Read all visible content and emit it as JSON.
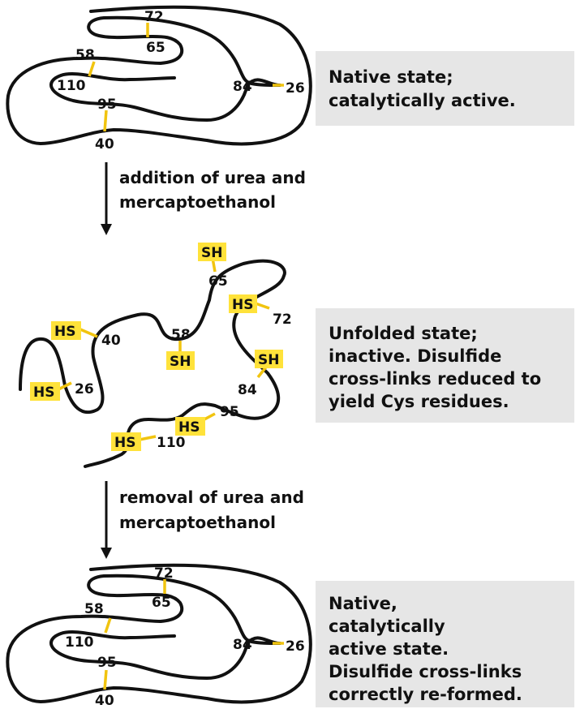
{
  "native_top": {
    "residues": {
      "r72": "72",
      "r65": "65",
      "r58": "58",
      "r110": "110",
      "r84": "84",
      "r26": "26",
      "r95": "95",
      "r40": "40"
    },
    "caption_lines": [
      "Native state;",
      "catalytically active."
    ]
  },
  "step_1": {
    "lines": [
      "addition of urea and",
      "mercaptoethanol"
    ]
  },
  "unfolded": {
    "residues": {
      "r65": "65",
      "r72": "72",
      "r40": "40",
      "r58": "58",
      "r26": "26",
      "r84": "84",
      "r95": "95",
      "r110": "110"
    },
    "thiol_labels": {
      "sh65": "SH",
      "hs72": "HS",
      "hs40": "HS",
      "sh58": "SH",
      "sh84": "SH",
      "hs26": "HS",
      "hs95": "HS",
      "hs110": "HS"
    },
    "caption_lines": [
      "Unfolded state;",
      "inactive.  Disulfide",
      "cross-links reduced to",
      "yield Cys residues."
    ]
  },
  "step_2": {
    "lines": [
      "removal of urea and",
      "mercaptoethanol"
    ]
  },
  "native_bottom": {
    "residues": {
      "r72": "72",
      "r65": "65",
      "r58": "58",
      "r110": "110",
      "r84": "84",
      "r26": "26",
      "r95": "95",
      "r40": "40"
    },
    "caption_lines": [
      "Native,",
      "catalytically",
      "active state.",
      "Disulfide cross-links",
      "correctly re-formed."
    ]
  },
  "colors": {
    "disulfide_bond": "#f1c40f",
    "thiol_highlight": "#ffe23a",
    "caption_box": "#e6e6e6",
    "line": "#111111"
  }
}
